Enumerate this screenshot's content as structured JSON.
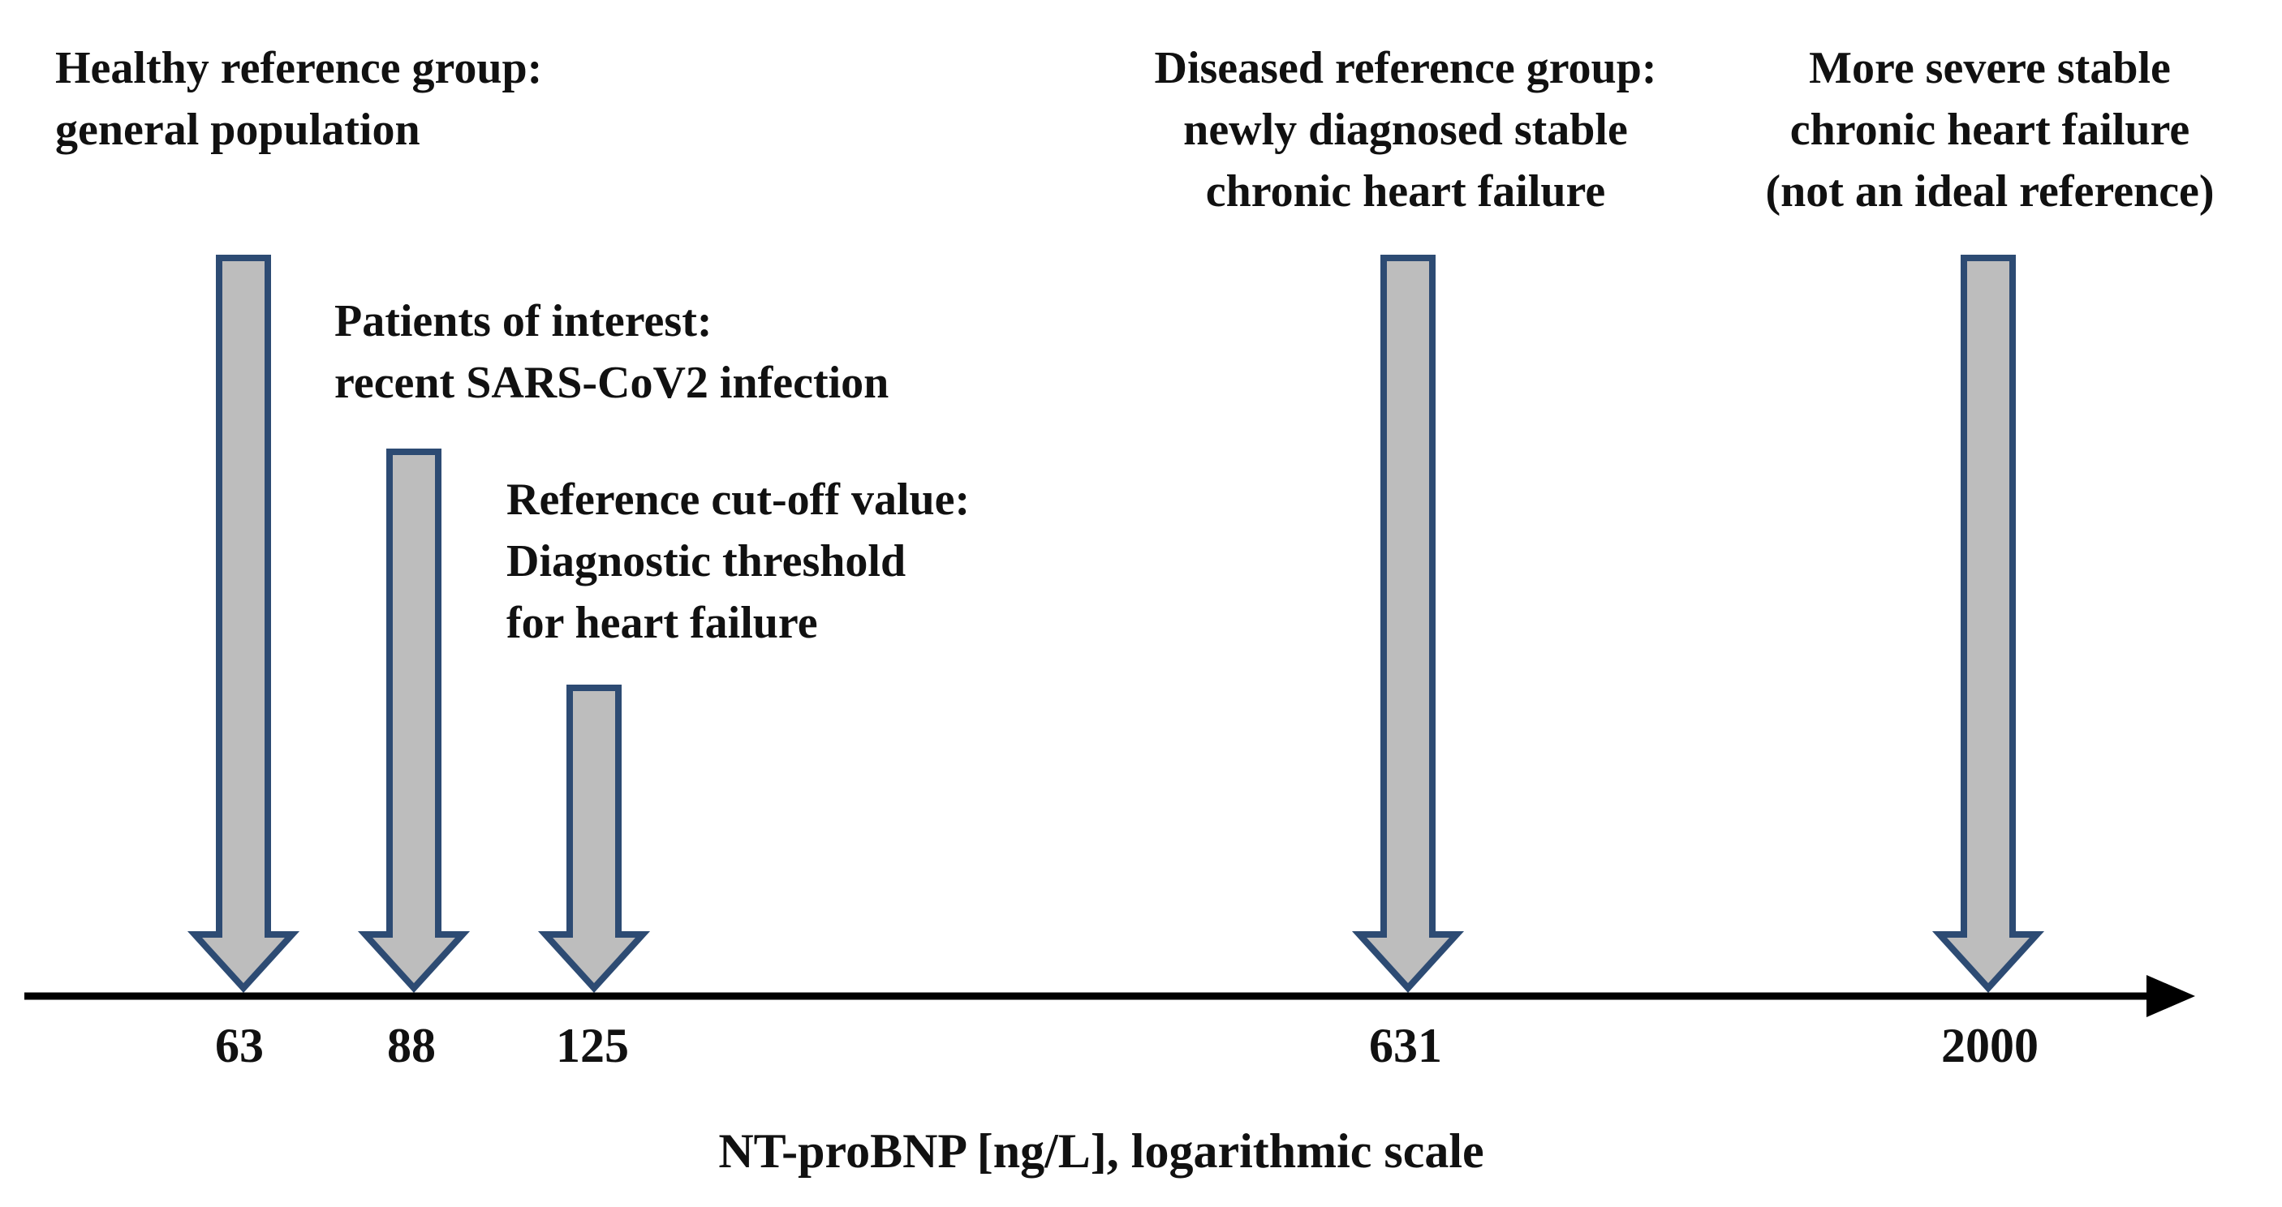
{
  "colors": {
    "arrow_fill": "#bdbdbd",
    "arrow_stroke": "#2d4b73",
    "axis": "#000000",
    "text": "#111111"
  },
  "axis": {
    "title": "NT-proBNP [ng/L], logarithmic scale",
    "scale": "log",
    "ticks": [
      "63",
      "88",
      "125",
      "631",
      "2000"
    ]
  },
  "markers": [
    {
      "value": 63,
      "tick": "63",
      "lines": [
        "Healthy reference group:",
        "general population"
      ]
    },
    {
      "value": 88,
      "tick": "88",
      "lines": [
        "Patients of interest:",
        "recent SARS-CoV2 infection"
      ]
    },
    {
      "value": 125,
      "tick": "125",
      "lines": [
        "Reference cut-off value:",
        "Diagnostic threshold",
        "for heart failure"
      ]
    },
    {
      "value": 631,
      "tick": "631",
      "lines": [
        "Diseased reference group:",
        "newly diagnosed stable",
        "chronic heart failure"
      ]
    },
    {
      "value": 2000,
      "tick": "2000",
      "lines": [
        "More severe stable",
        "chronic heart failure",
        "(not an ideal reference)"
      ]
    }
  ]
}
